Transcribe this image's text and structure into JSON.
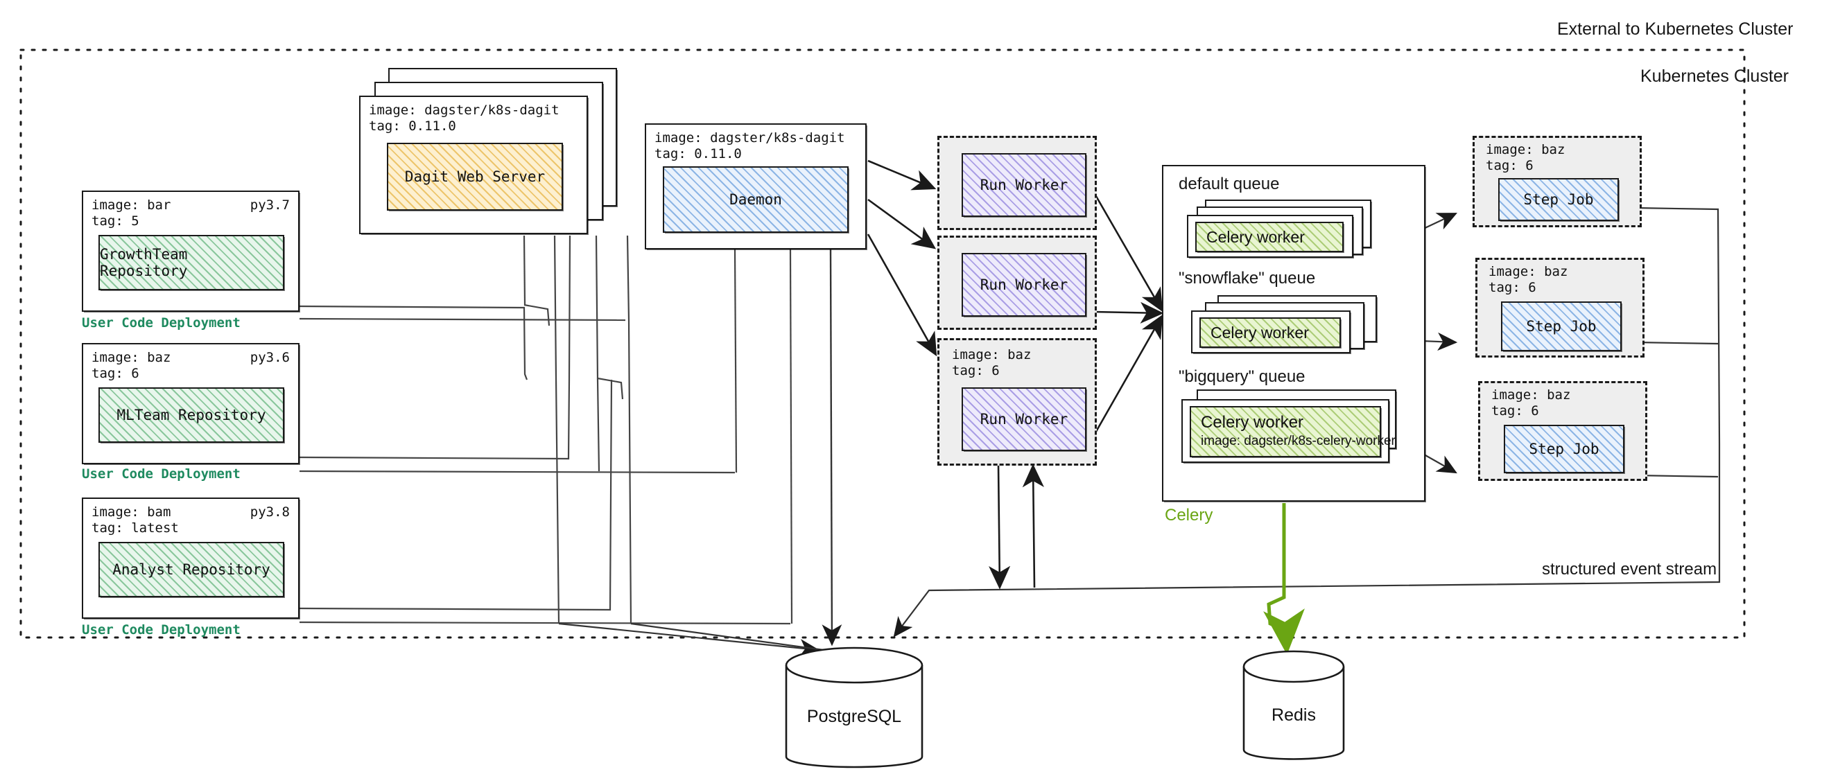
{
  "zones": {
    "external_label": "External to Kubernetes Cluster",
    "cluster_label": "Kubernetes Cluster",
    "event_stream_label": "structured event stream"
  },
  "user_code_deployments": [
    {
      "image": "image: bar",
      "tag": "tag: 5",
      "python": "py3.7",
      "repository": "GrowthTeam Repository",
      "caption": "User Code Deployment"
    },
    {
      "image": "image: baz",
      "tag": "tag: 6",
      "python": "py3.6",
      "repository": "MLTeam Repository",
      "caption": "User Code Deployment"
    },
    {
      "image": "image: bam",
      "tag": "tag: latest",
      "python": "py3.8",
      "repository": "Analyst Repository",
      "caption": "User Code Deployment"
    }
  ],
  "dagit": {
    "image": "image: dagster/k8s-dagit",
    "tag": "tag: 0.11.0",
    "label": "Dagit Web Server"
  },
  "daemon": {
    "image": "image: dagster/k8s-dagit",
    "tag": "tag: 0.11.0",
    "label": "Daemon"
  },
  "run_workers": [
    {
      "label": "Run Worker",
      "image": "",
      "tag": ""
    },
    {
      "label": "Run Worker",
      "image": "",
      "tag": ""
    },
    {
      "label": "Run Worker",
      "image": "image: baz",
      "tag": "tag: 6"
    }
  ],
  "celery": {
    "caption": "Celery",
    "queues": [
      {
        "name": "default queue",
        "worker": "Celery worker",
        "worker_image": ""
      },
      {
        "name": "\"snowflake\" queue",
        "worker": "Celery worker",
        "worker_image": ""
      },
      {
        "name": "\"bigquery\" queue",
        "worker": "Celery worker",
        "worker_image": "image: dagster/k8s-celery-worker"
      }
    ]
  },
  "step_jobs": [
    {
      "image": "image: baz",
      "tag": "tag: 6",
      "label": "Step Job"
    },
    {
      "image": "image: baz",
      "tag": "tag: 6",
      "label": "Step Job"
    },
    {
      "image": "image: baz",
      "tag": "tag: 6",
      "label": "Step Job"
    }
  ],
  "databases": [
    {
      "name": "PostgreSQL"
    },
    {
      "name": "Redis"
    }
  ],
  "colors": {
    "repository_green": "#3ca05a",
    "dagit_orange": "#e2a828",
    "daemon_blue": "#4e8cd6",
    "run_worker_purple": "#7c6ad6",
    "step_job_blue": "#4e8cd6",
    "celery_worker_green": "#7aac2d",
    "caption_green": "#1e8a5f",
    "celery_label_green": "#6aa513",
    "stroke": "#1a1a1a"
  }
}
